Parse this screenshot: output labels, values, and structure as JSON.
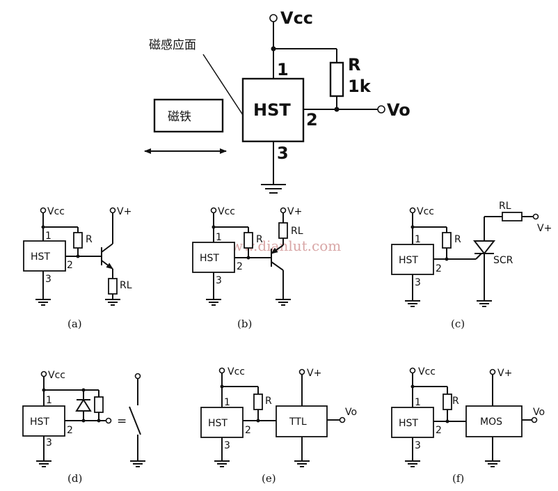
{
  "main": {
    "vcc": "Vcc",
    "magnetic_face": "磁感应面",
    "magnet": "磁铁",
    "hst": "HST",
    "pin1": "1",
    "pin2": "2",
    "pin3": "3",
    "resistor_name": "R",
    "resistor_value": "1k",
    "output": "Vo"
  },
  "circuits": {
    "a": {
      "caption": "(a)",
      "hst": "HST",
      "vcc": "Vcc",
      "vplus": "V+",
      "r": "R",
      "rl": "RL",
      "p1": "1",
      "p2": "2",
      "p3": "3"
    },
    "b": {
      "caption": "(b)",
      "hst": "HST",
      "vcc": "Vcc",
      "vplus": "V+",
      "r": "R",
      "rl": "RL",
      "p1": "1",
      "p2": "2",
      "p3": "3"
    },
    "c": {
      "caption": "(c)",
      "hst": "HST",
      "vcc": "Vcc",
      "vplus": "V+",
      "r": "R",
      "rl": "RL",
      "scr": "SCR",
      "p1": "1",
      "p2": "2",
      "p3": "3"
    },
    "d": {
      "caption": "(d)",
      "hst": "HST",
      "vcc": "Vcc",
      "equals": "=",
      "p1": "1",
      "p2": "2",
      "p3": "3"
    },
    "e": {
      "caption": "(e)",
      "hst": "HST",
      "vcc": "Vcc",
      "vplus": "V+",
      "r": "R",
      "ttl": "TTL",
      "vo": "Vo",
      "p1": "1",
      "p2": "2",
      "p3": "3"
    },
    "f": {
      "caption": "(f)",
      "hst": "HST",
      "vcc": "Vcc",
      "vplus": "V+",
      "r": "R",
      "mos": "MOS",
      "vo": "Vo",
      "p1": "1",
      "p2": "2",
      "p3": "3"
    }
  },
  "watermark": "www.dianlut.com"
}
